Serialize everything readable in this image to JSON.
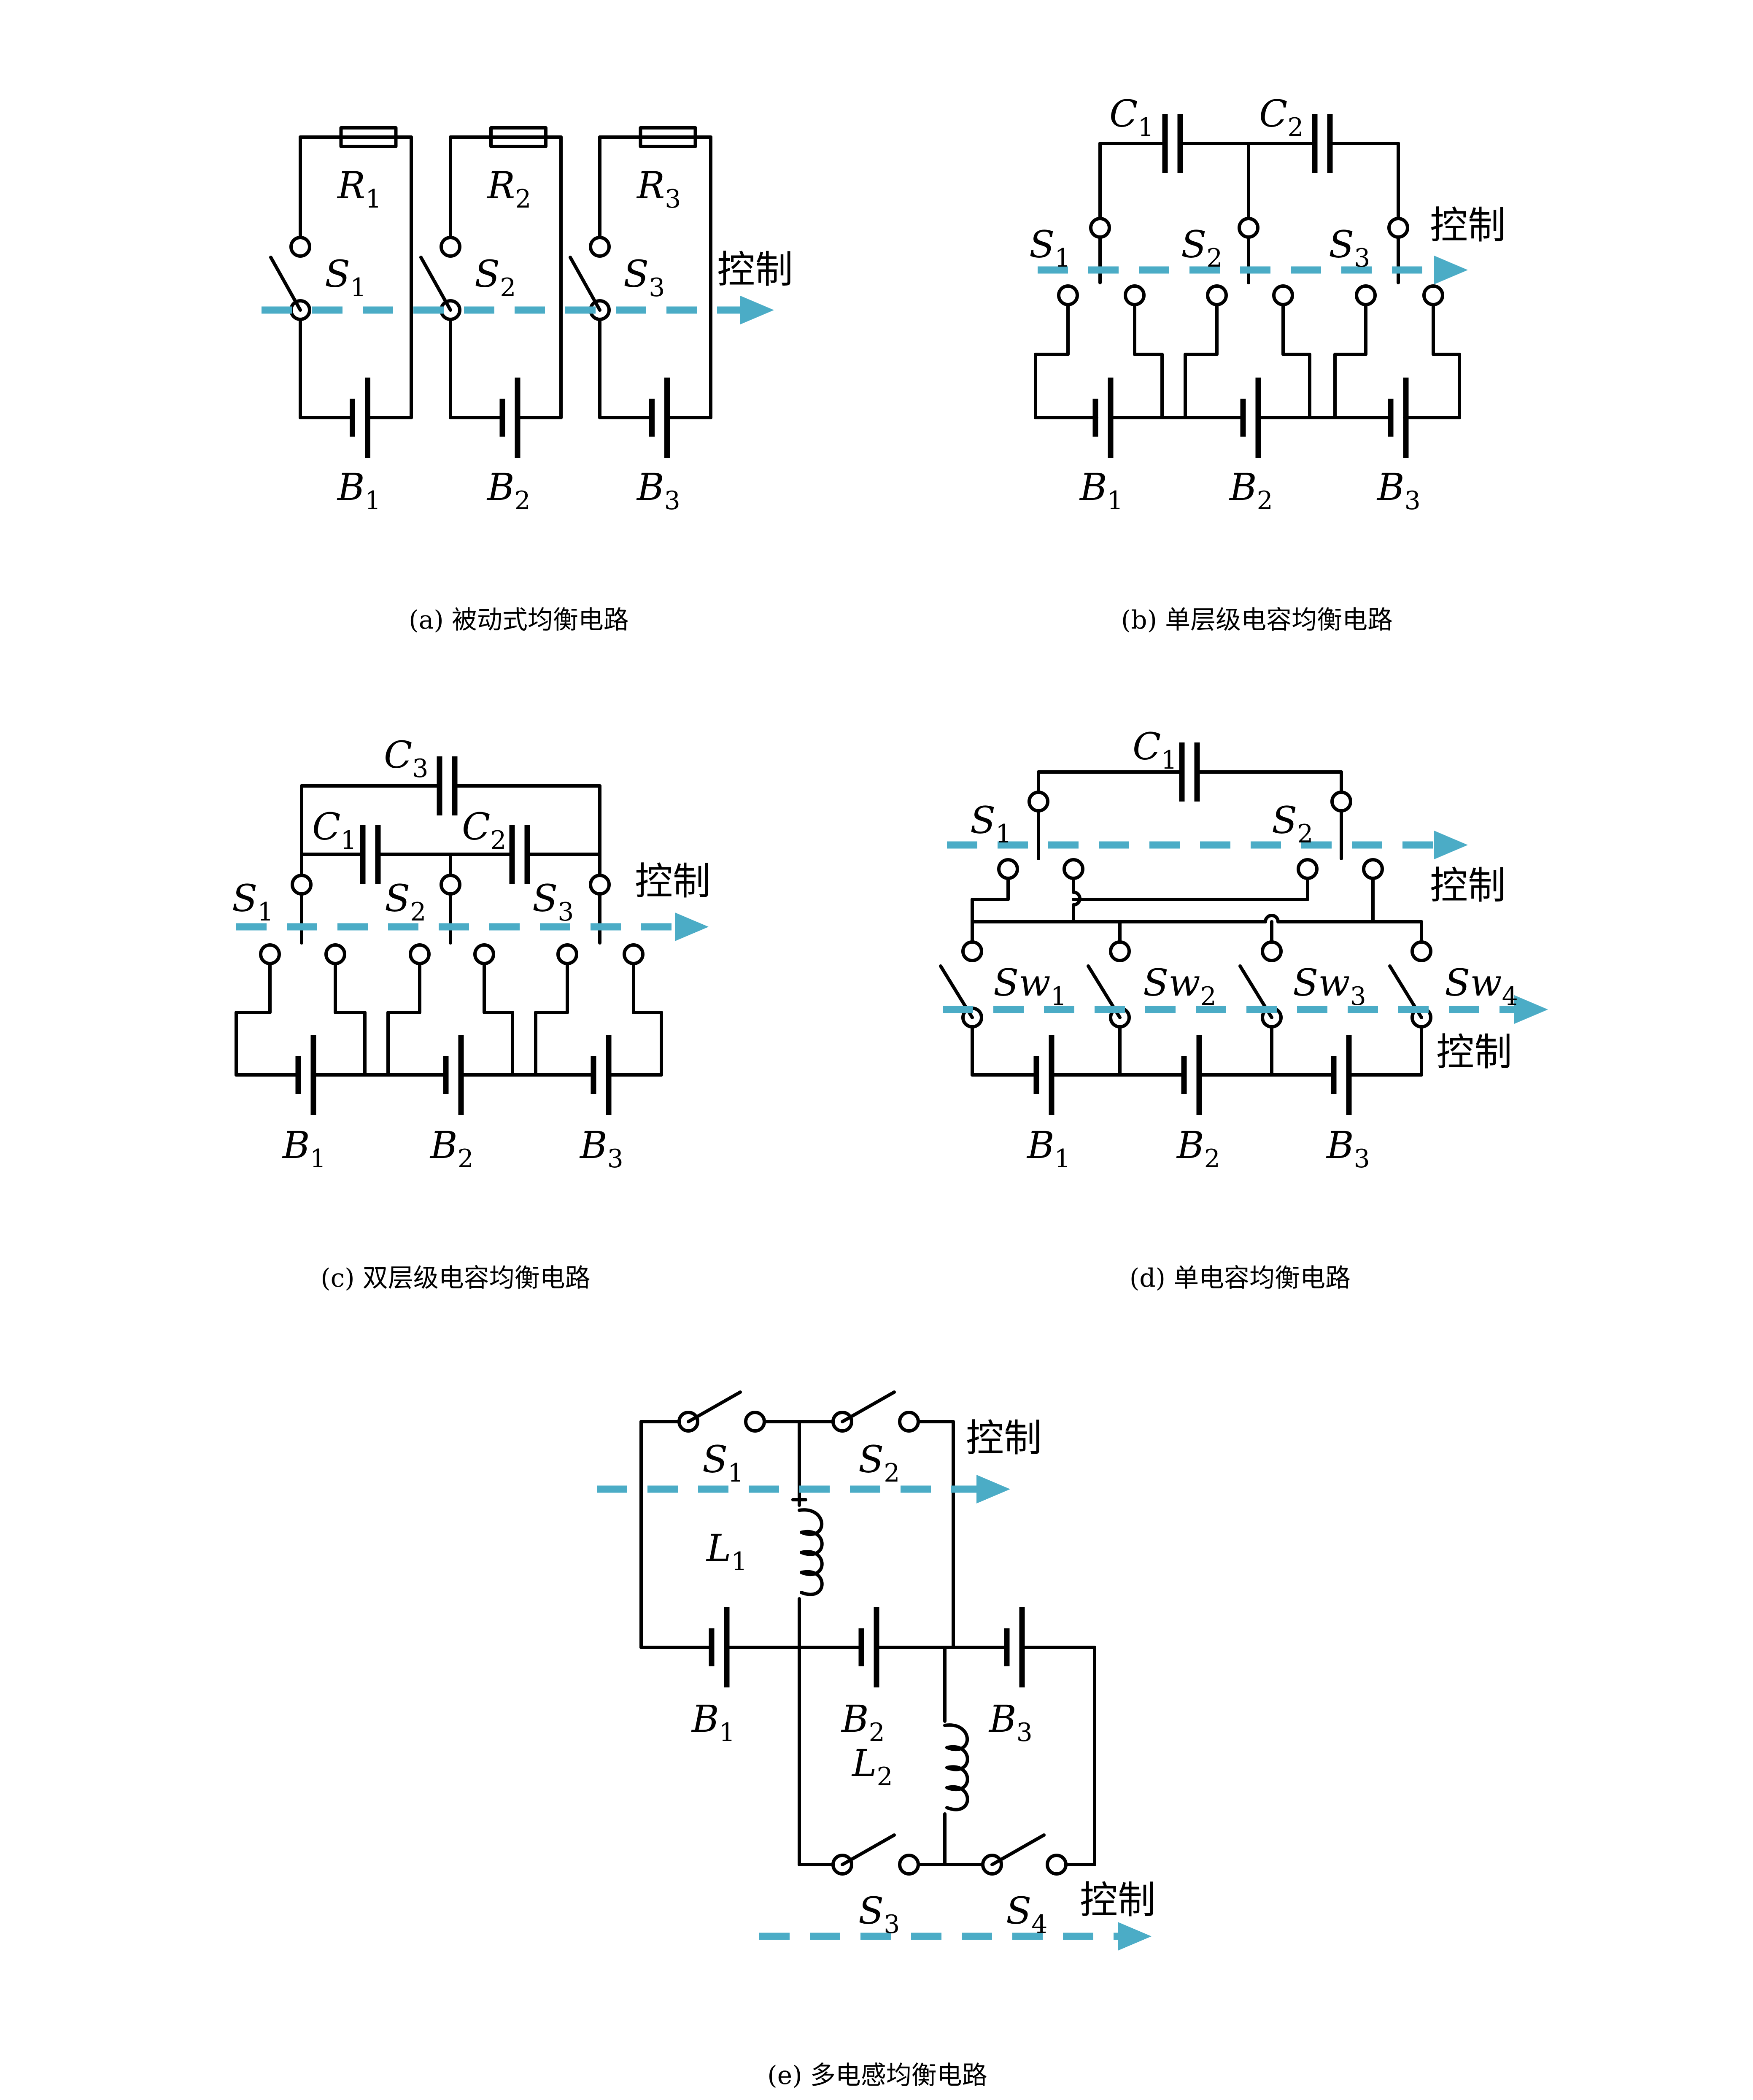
{
  "control_label": "控制",
  "panels": {
    "a": {
      "caption": "(a) 被动式均衡电路",
      "labels": [
        {
          "name": "resistor-R1-label",
          "b": "R",
          "s": "1"
        },
        {
          "name": "resistor-R2-label",
          "b": "R",
          "s": "2"
        },
        {
          "name": "resistor-R3-label",
          "b": "R",
          "s": "3"
        },
        {
          "name": "switch-S1-label",
          "b": "S",
          "s": "1"
        },
        {
          "name": "switch-S2-label",
          "b": "S",
          "s": "2"
        },
        {
          "name": "switch-S3-label",
          "b": "S",
          "s": "3"
        },
        {
          "name": "battery-B1-label",
          "b": "B",
          "s": "1"
        },
        {
          "name": "battery-B2-label",
          "b": "B",
          "s": "2"
        },
        {
          "name": "battery-B3-label",
          "b": "B",
          "s": "3"
        }
      ]
    },
    "b": {
      "caption": "(b) 单层级电容均衡电路",
      "labels": [
        {
          "name": "capacitor-C1-label",
          "b": "C",
          "s": "1"
        },
        {
          "name": "capacitor-C2-label",
          "b": "C",
          "s": "2"
        },
        {
          "name": "switch-S1-label",
          "b": "S",
          "s": "1"
        },
        {
          "name": "switch-S2-label",
          "b": "S",
          "s": "2"
        },
        {
          "name": "switch-S3-label",
          "b": "S",
          "s": "3"
        },
        {
          "name": "battery-B1-label",
          "b": "B",
          "s": "1"
        },
        {
          "name": "battery-B2-label",
          "b": "B",
          "s": "2"
        },
        {
          "name": "battery-B3-label",
          "b": "B",
          "s": "3"
        }
      ]
    },
    "c": {
      "caption": "(c) 双层级电容均衡电路",
      "labels": [
        {
          "name": "capacitor-C3-label",
          "b": "C",
          "s": "3"
        },
        {
          "name": "capacitor-C1-label",
          "b": "C",
          "s": "1"
        },
        {
          "name": "capacitor-C2-label",
          "b": "C",
          "s": "2"
        },
        {
          "name": "switch-S1-label",
          "b": "S",
          "s": "1"
        },
        {
          "name": "switch-S2-label",
          "b": "S",
          "s": "2"
        },
        {
          "name": "switch-S3-label",
          "b": "S",
          "s": "3"
        },
        {
          "name": "battery-B1-label",
          "b": "B",
          "s": "1"
        },
        {
          "name": "battery-B2-label",
          "b": "B",
          "s": "2"
        },
        {
          "name": "battery-B3-label",
          "b": "B",
          "s": "3"
        }
      ]
    },
    "d": {
      "caption": "(d) 单电容均衡电路",
      "labels": [
        {
          "name": "capacitor-C1-label",
          "b": "C",
          "s": "1"
        },
        {
          "name": "switch-S1-label",
          "b": "S",
          "s": "1"
        },
        {
          "name": "switch-S2-label",
          "b": "S",
          "s": "2"
        },
        {
          "name": "switch-Sw1-label",
          "b": "Sw",
          "s": "1"
        },
        {
          "name": "switch-Sw2-label",
          "b": "Sw",
          "s": "2"
        },
        {
          "name": "switch-Sw3-label",
          "b": "Sw",
          "s": "3"
        },
        {
          "name": "switch-Sw4-label",
          "b": "Sw",
          "s": "4"
        },
        {
          "name": "battery-B1-label",
          "b": "B",
          "s": "1"
        },
        {
          "name": "battery-B2-label",
          "b": "B",
          "s": "2"
        },
        {
          "name": "battery-B3-label",
          "b": "B",
          "s": "3"
        }
      ]
    },
    "e": {
      "caption": "(e) 多电感均衡电路",
      "labels": [
        {
          "name": "switch-S1-label",
          "b": "S",
          "s": "1"
        },
        {
          "name": "switch-S2-label",
          "b": "S",
          "s": "2"
        },
        {
          "name": "inductor-L1-label",
          "b": "L",
          "s": "1"
        },
        {
          "name": "inductor-L2-label",
          "b": "L",
          "s": "2"
        },
        {
          "name": "battery-B1-label",
          "b": "B",
          "s": "1"
        },
        {
          "name": "battery-B2-label",
          "b": "B",
          "s": "2"
        },
        {
          "name": "battery-B3-label",
          "b": "B",
          "s": "3"
        },
        {
          "name": "switch-S3-label",
          "b": "S",
          "s": "3"
        },
        {
          "name": "switch-S4-label",
          "b": "S",
          "s": "4"
        }
      ]
    }
  }
}
